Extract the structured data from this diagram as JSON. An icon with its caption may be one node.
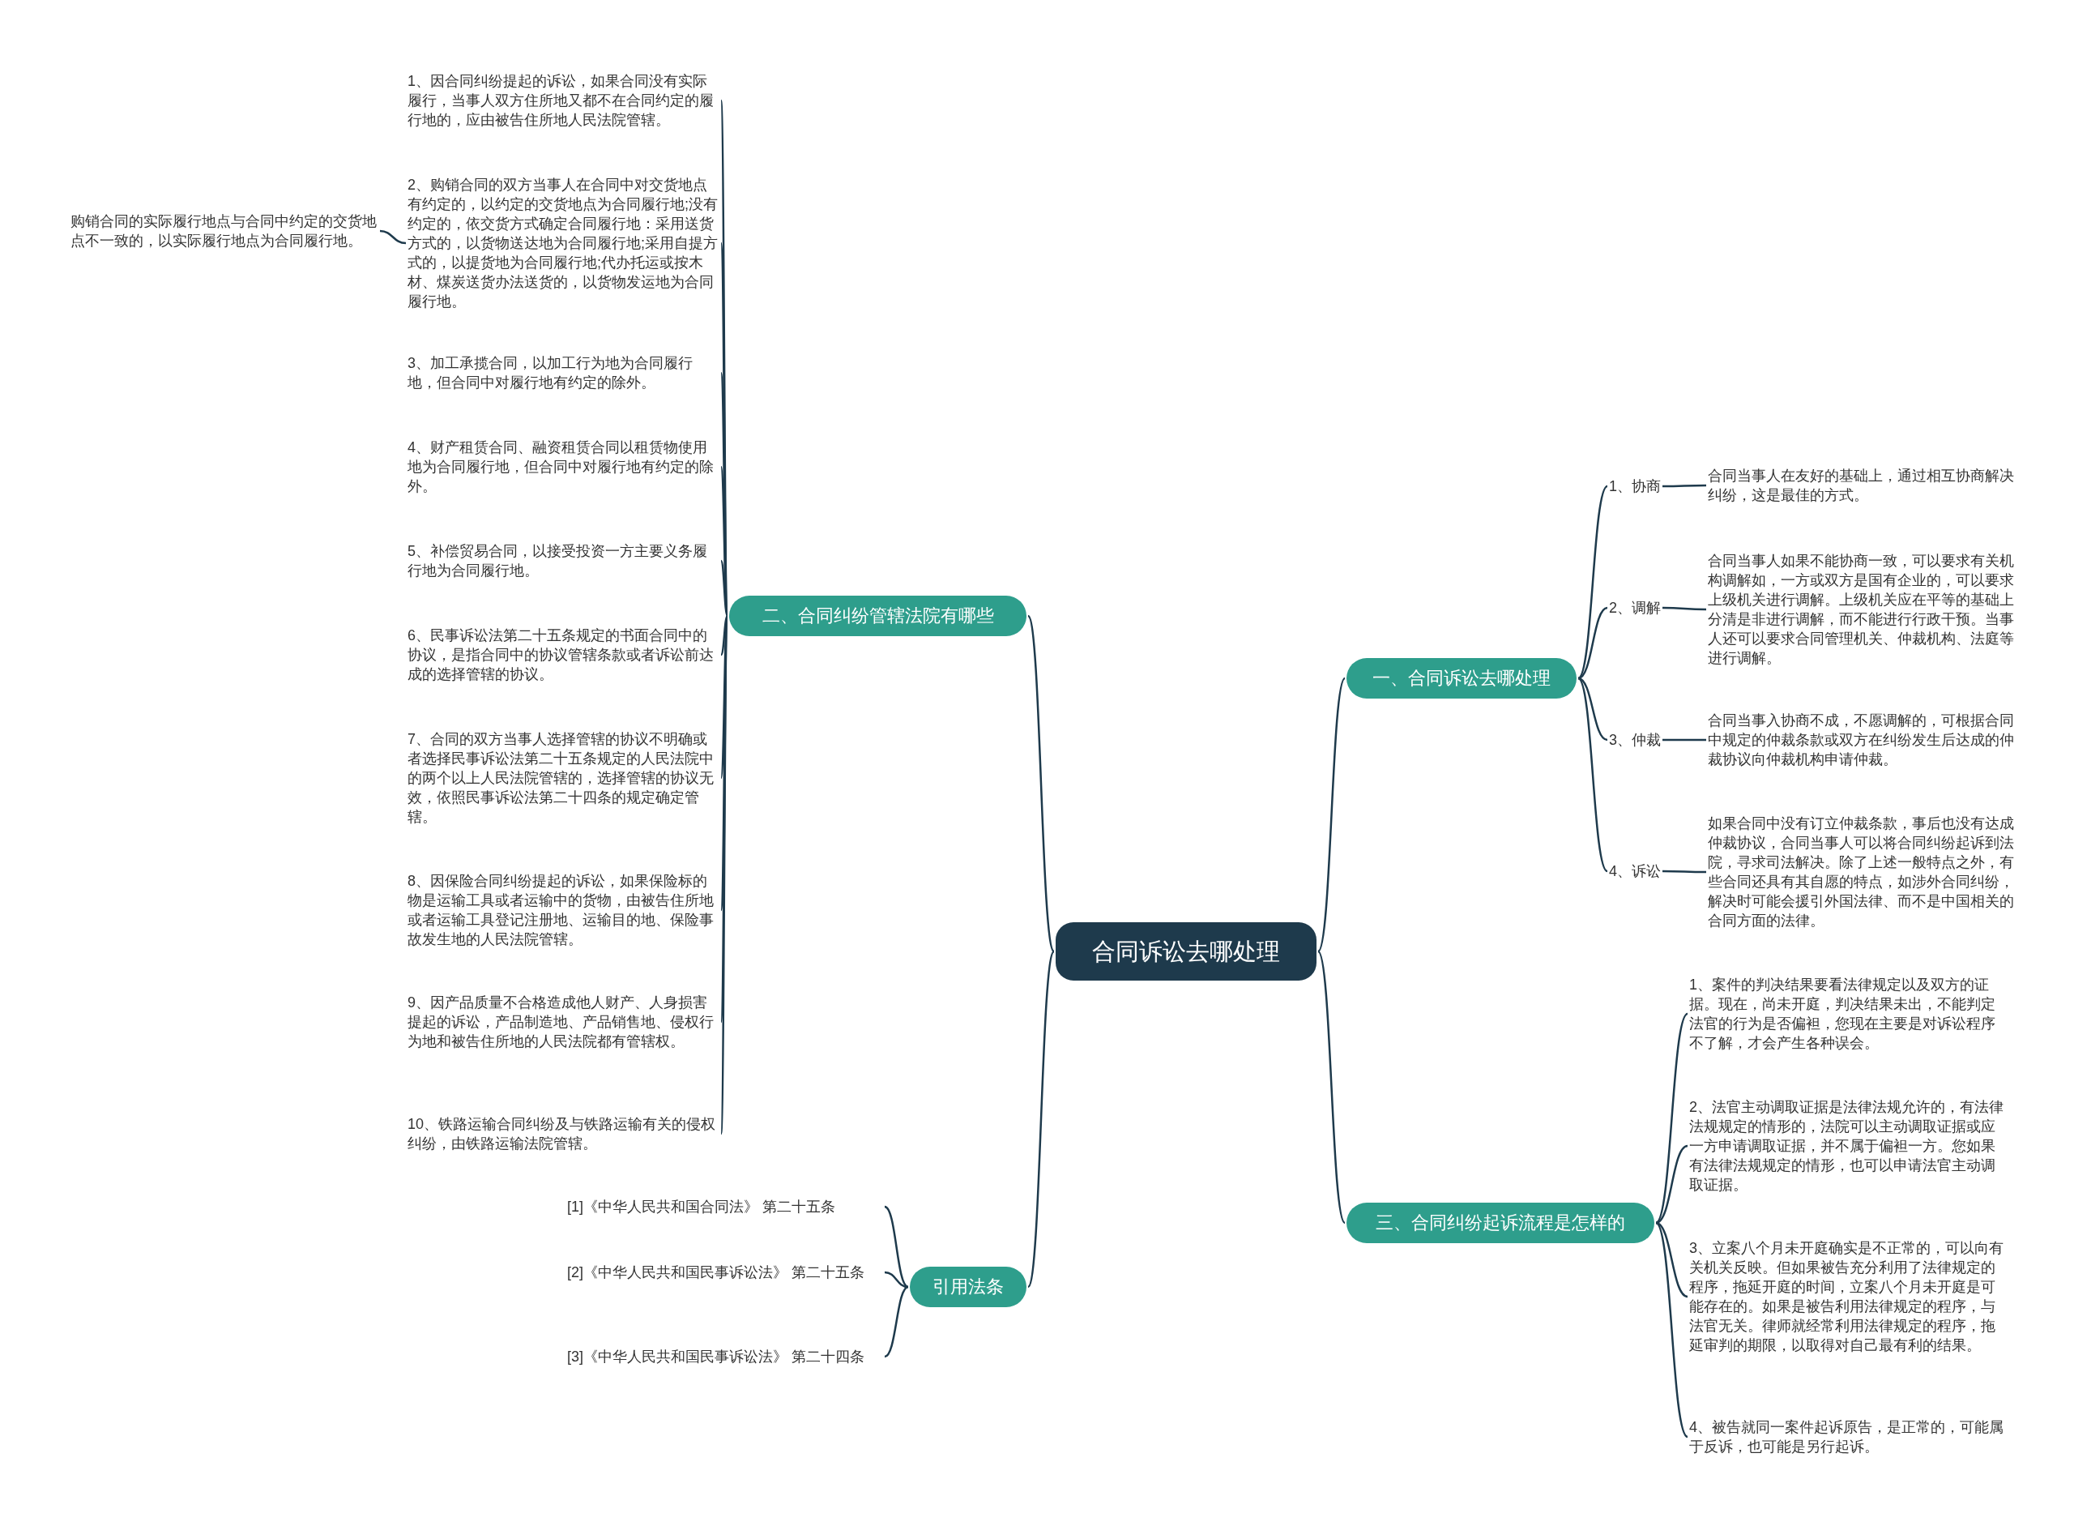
{
  "diagram": {
    "nodes": [
      {
        "text": [
          "合同诉讼去哪处理"
        ]
      },
      {
        "text": [
          "一、合同诉讼去哪处理"
        ]
      },
      {
        "text": [
          "1、协商"
        ]
      },
      {
        "text": [
          "合同当事人在友好的基础上，通过相互协商解决纠纷，这是最佳的方式。"
        ]
      },
      {
        "text": [
          "2、调解"
        ]
      },
      {
        "text": [
          "合同当事人如果不能协商一致，可以要求有关机构调解如，一方或双方是国有企业的，可以要求上级机关进行调解。上级机关应在平等的基础上分清是非进行调解，而不能进行行政干预。当事人还可以要求合同管理机关、仲裁机构、法庭等进行调解。"
        ]
      },
      {
        "text": [
          "3、仲裁"
        ]
      },
      {
        "text": [
          "合同当事入协商不成，不愿调解的，可根据合同中规定的仲裁条款或双方在纠纷发生后达成的仲裁协议向仲裁机构申请仲裁。"
        ]
      },
      {
        "text": [
          "4、诉讼"
        ]
      },
      {
        "text": [
          "如果合同中没有订立仲裁条款，事后也没有达成仲裁协议，合同当事人可以将合同纠纷起诉到法院，寻求司法解决。除了上述一般特点之外，有些合同还具有其自愿的特点，如涉外合同纠纷，解决时可能会援引外国法律、而不是中国相关的合同方面的法律。"
        ]
      },
      {
        "text": [
          "二、合同纠纷管辖法院有哪些"
        ]
      },
      {
        "text": [
          "1、因合同纠纷提起的诉讼，如果合同没有实际履行，当事人双方住所地又都不在合同约定的履行地的，应由被告住所地人民法院管辖。"
        ]
      },
      {
        "text": [
          "2、购销合同的双方当事人在合同中对交货地点有约定的，以约定的交货地点为合同履行地;没有约定的，依交货方式确定合同履行地：采用送货方式的，以货物送达地为合同履行地;采用自提方式的，以提货地为合同履行地;代办托运或按木材、煤炭送货办法送货的，以货物发运地为合同履行地。"
        ]
      },
      {
        "text": [
          "3、加工承揽合同，以加工行为地为合同履行地，但合同中对履行地有约定的除外。"
        ]
      },
      {
        "text": [
          "4、财产租赁合同、融资租赁合同以租赁物使用地为合同履行地，但合同中对履行地有约定的除外。"
        ]
      },
      {
        "text": [
          "5、补偿贸易合同，以接受投资一方主要义务履行地为合同履行地。"
        ]
      },
      {
        "text": [
          "6、民事诉讼法第二十五条规定的书面合同中的协议，是指合同中的协议管辖条款或者诉讼前达成的选择管辖的协议。"
        ]
      },
      {
        "text": [
          "7、合同的双方当事人选择管辖的协议不明确或者选择民事诉讼法第二十五条规定的人民法院中的两个以上人民法院管辖的，选择管辖的协议无效，依照民事诉讼法第二十四条的规定确定管辖。"
        ]
      },
      {
        "text": [
          "8、因保险合同纠纷提起的诉讼，如果保险标的物是运输工具或者运输中的货物，由被告住所地或者运输工具登记注册地、运输目的地、保险事故发生地的人民法院管辖。"
        ]
      },
      {
        "text": [
          "9、因产品质量不合格造成他人财产、人身损害提起的诉讼，产品制造地、产品销售地、侵权行为地和被告住所地的人民法院都有管辖权。"
        ]
      },
      {
        "text": [
          "10、铁路运输合同纠纷及与铁路运输有关的侵权纠纷，由铁路运输法院管辖。"
        ]
      },
      {
        "text": [
          "购销合同的实际履行地点与合同中约定的交货地点不一致的，以实际履行地点为合同履行地。"
        ]
      },
      {
        "text": [
          "三、合同纠纷起诉流程是怎样的"
        ]
      },
      {
        "text": [
          "1、案件的判决结果要看法律规定以及双方的证据。现在，尚未开庭，判决结果未出，不能判定法官的行为是否偏袒，您现在主要是对诉讼程序不了解，才会产生各种误会。"
        ]
      },
      {
        "text": [
          "2、法官主动调取证据是法律法规允许的，有法律法规规定的情形的，法院可以主动调取证据或应一方申请调取证据，并不属于偏袒一方。您如果有法律法规规定的情形，也可以申请法官主动调取证据。"
        ]
      },
      {
        "text": [
          "3、立案八个月未开庭确实是不正常的，可以向有关机关反映。但如果被告充分利用了法律规定的程序，拖延开庭的时间，立案八个月未开庭是可能存在的。如果是被告利用法律规定的程序，与法官无关。律师就经常利用法律规定的程序，拖延审判的期限，以取得对自己最有利的结果。"
        ]
      },
      {
        "text": [
          "4、被告就同一案件起诉原告，是正常的，可能属于反诉，也可能是另行起诉。"
        ]
      },
      {
        "text": [
          "引用法条"
        ]
      },
      {
        "text": [
          "[1]《中华人民共和国合同法》 第二十五条"
        ]
      },
      {
        "text": [
          "[2]《中华人民共和国民事诉讼法》 第二十五条"
        ]
      },
      {
        "text": [
          "[3]《中华人民共和国民事诉讼法》 第二十四条"
        ]
      }
    ],
    "edges": [
      {
        "from": 0,
        "to": 1,
        "arrow": "none"
      },
      {
        "from": 1,
        "to": 2,
        "arrow": "none"
      },
      {
        "from": 2,
        "to": 3,
        "arrow": "none"
      },
      {
        "from": 1,
        "to": 4,
        "arrow": "none"
      },
      {
        "from": 4,
        "to": 5,
        "arrow": "none"
      },
      {
        "from": 1,
        "to": 6,
        "arrow": "none"
      },
      {
        "from": 6,
        "to": 7,
        "arrow": "none"
      },
      {
        "from": 1,
        "to": 8,
        "arrow": "none"
      },
      {
        "from": 8,
        "to": 9,
        "arrow": "none"
      },
      {
        "from": 0,
        "to": 10,
        "arrow": "none"
      },
      {
        "from": 10,
        "to": 11,
        "arrow": "none"
      },
      {
        "from": 10,
        "to": 12,
        "arrow": "none"
      },
      {
        "from": 10,
        "to": 13,
        "arrow": "none"
      },
      {
        "from": 10,
        "to": 14,
        "arrow": "none"
      },
      {
        "from": 10,
        "to": 15,
        "arrow": "none"
      },
      {
        "from": 10,
        "to": 16,
        "arrow": "none"
      },
      {
        "from": 10,
        "to": 17,
        "arrow": "none"
      },
      {
        "from": 10,
        "to": 18,
        "arrow": "none"
      },
      {
        "from": 10,
        "to": 19,
        "arrow": "none"
      },
      {
        "from": 10,
        "to": 20,
        "arrow": "none"
      },
      {
        "from": 12,
        "to": 21,
        "arrow": "none"
      },
      {
        "from": 0,
        "to": 22,
        "arrow": "none"
      },
      {
        "from": 22,
        "to": 23,
        "arrow": "none"
      },
      {
        "from": 22,
        "to": 24,
        "arrow": "none"
      },
      {
        "from": 22,
        "to": 25,
        "arrow": "none"
      },
      {
        "from": 22,
        "to": 26,
        "arrow": "none"
      },
      {
        "from": 0,
        "to": 27,
        "arrow": "none"
      },
      {
        "from": 27,
        "to": 28,
        "arrow": "none"
      },
      {
        "from": 27,
        "to": 29,
        "arrow": "none"
      },
      {
        "from": 27,
        "to": 30,
        "arrow": "none"
      }
    ]
  }
}
